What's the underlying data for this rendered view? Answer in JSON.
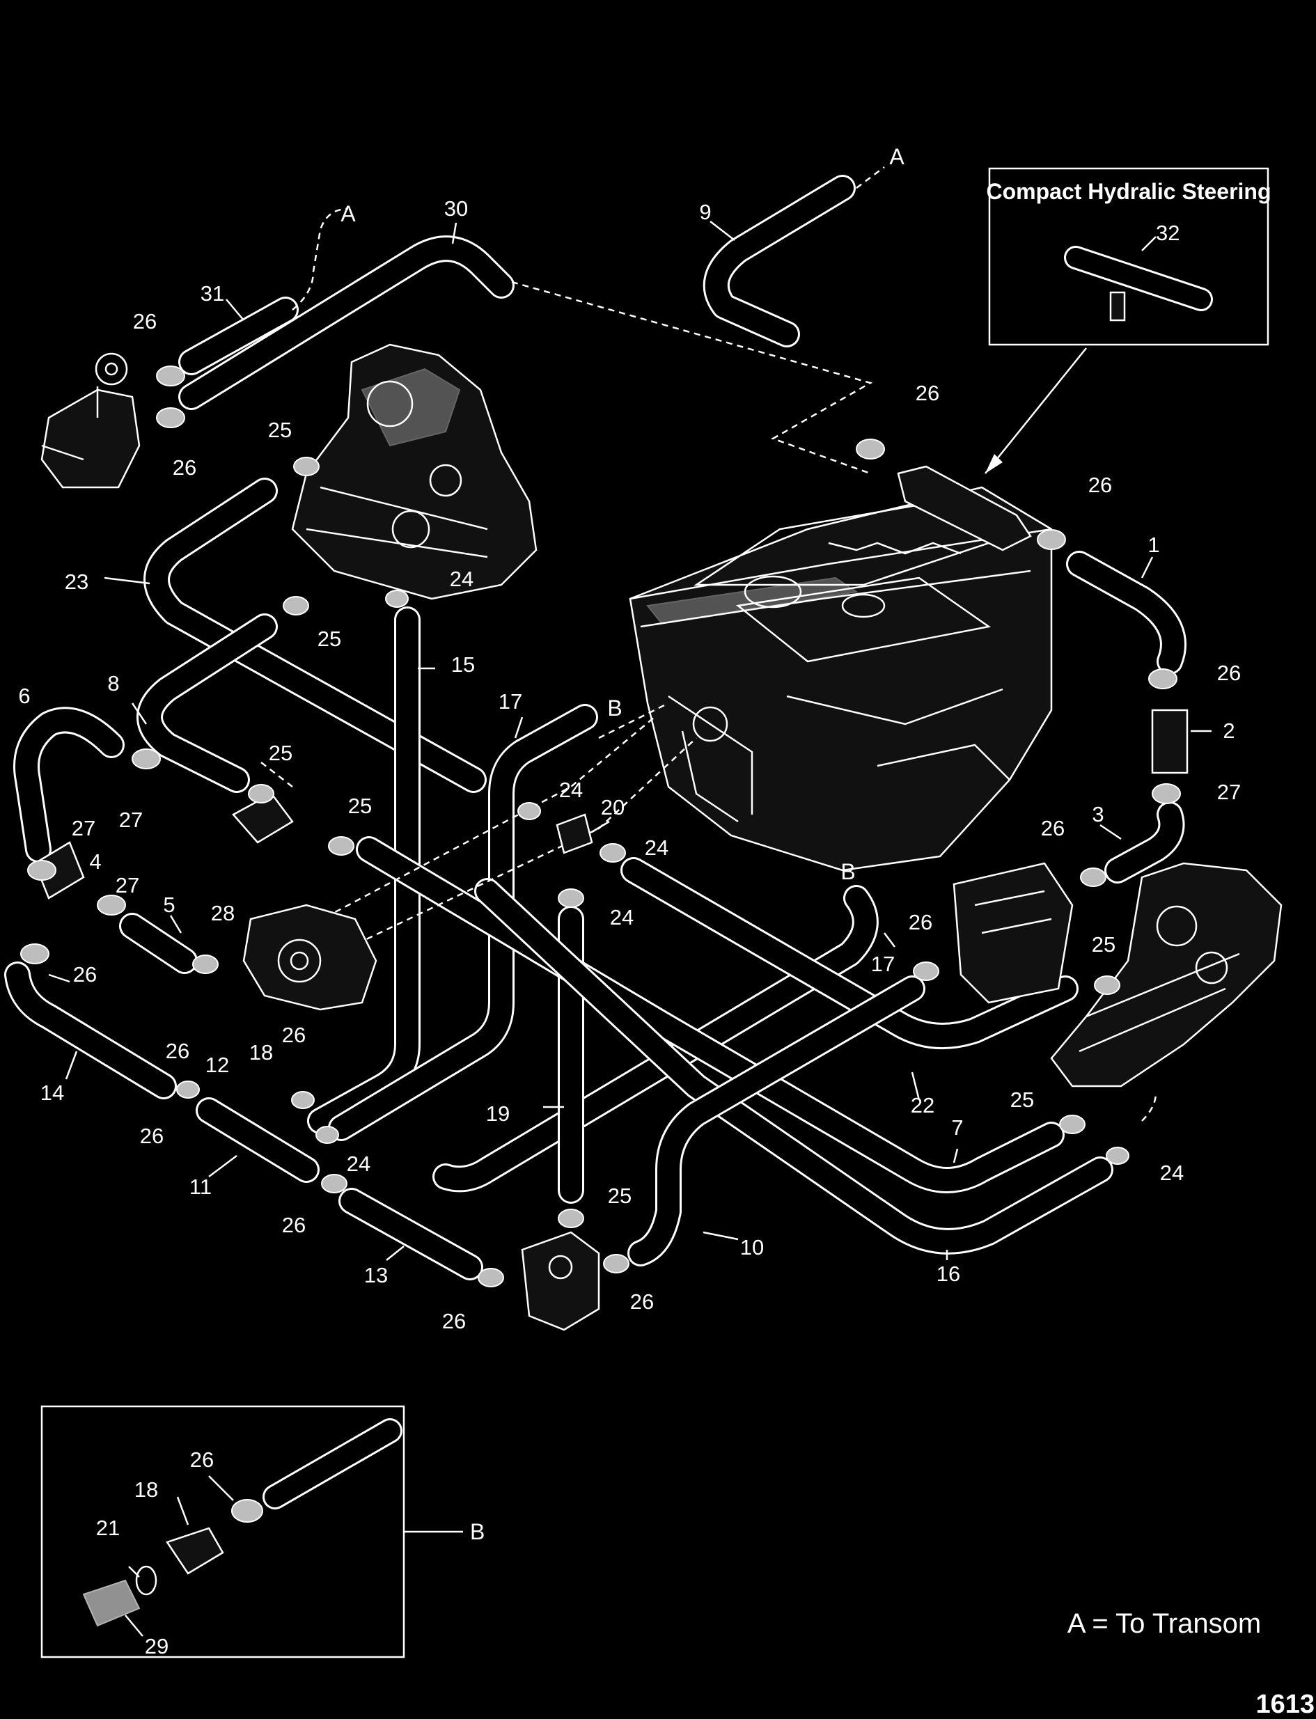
{
  "inset_steering": {
    "title": "Compact Hydralic Steering",
    "callout": "32"
  },
  "inset_b": {
    "label": "B",
    "callouts": [
      "26",
      "18",
      "21",
      "29"
    ]
  },
  "legend": "A = To Transom",
  "figure_number": "1613",
  "letters": {
    "a": "A",
    "b": "B"
  },
  "callouts": {
    "c1": "1",
    "c2": "2",
    "c3": "3",
    "c4": "4",
    "c5": "5",
    "c6": "6",
    "c7": "7",
    "c8": "8",
    "c9": "9",
    "c10": "10",
    "c11": "11",
    "c12": "12",
    "c13": "13",
    "c14": "14",
    "c15": "15",
    "c16": "16",
    "c17a": "17",
    "c17b": "17",
    "c18": "18",
    "c19": "19",
    "c20": "20",
    "c22": "22",
    "c23": "23",
    "c28": "28",
    "c30": "30",
    "c31": "31",
    "c24a": "24",
    "c24b": "24",
    "c24c": "24",
    "c24d": "24",
    "c24e": "24",
    "c24f": "24",
    "c25a": "25",
    "c25b": "25",
    "c25c": "25",
    "c25d": "25",
    "c25e": "25",
    "c25f": "25",
    "c25g": "25",
    "c26a": "26",
    "c26b": "26",
    "c26c": "26",
    "c26d": "26",
    "c26e": "26",
    "c26f": "26",
    "c26g": "26",
    "c26h": "26",
    "c26i": "26",
    "c26j": "26",
    "c26k": "26",
    "c26l": "26",
    "c26m": "26",
    "c26n": "26",
    "c27a": "27",
    "c27b": "27",
    "c27c": "27",
    "c27d": "27"
  }
}
